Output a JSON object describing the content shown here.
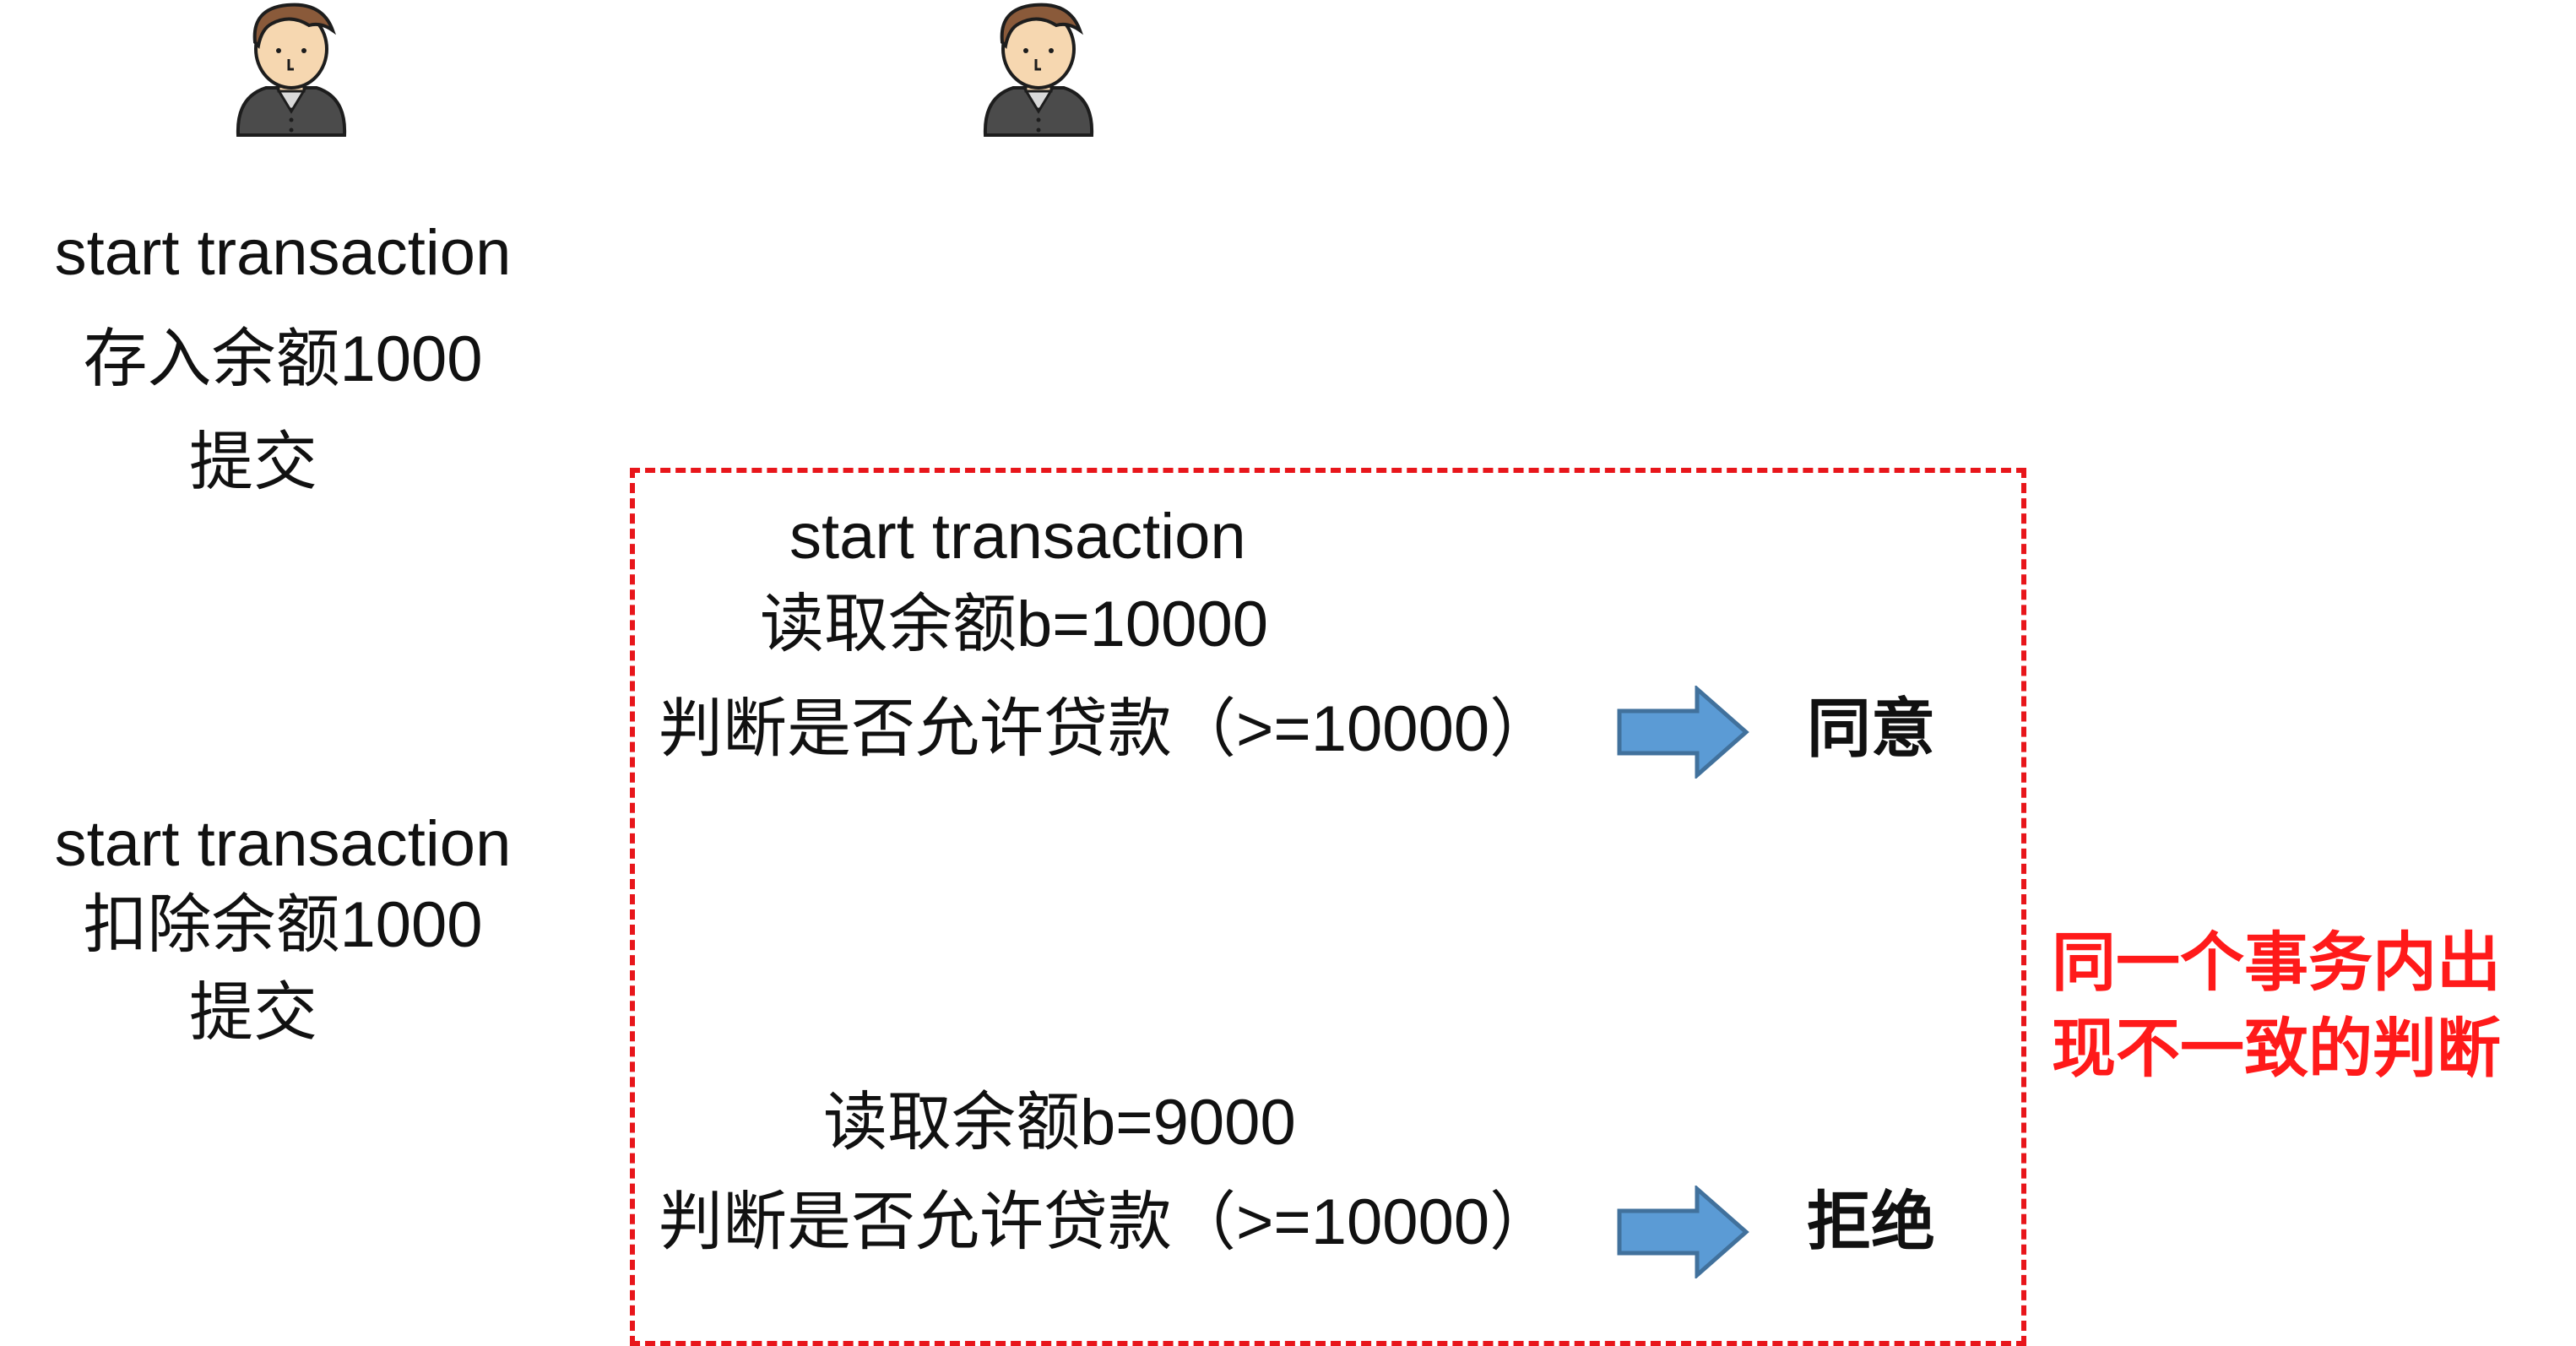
{
  "left_column": {
    "block1": {
      "line1": "start transaction",
      "line2": "存入余额1000",
      "line3": "提交"
    },
    "block2": {
      "line1": "start transaction",
      "line2": "扣除余额1000",
      "line3": "提交"
    }
  },
  "right_column": {
    "block1": {
      "line1": "start transaction",
      "line2": "读取余额b=10000",
      "line3": "判断是否允许贷款（>=10000）",
      "result": "同意"
    },
    "block2": {
      "line1": "读取余额b=9000",
      "line2": "判断是否允许贷款（>=10000）",
      "result": "拒绝"
    }
  },
  "annotation": {
    "text": "同一个事务内出现不一致的判断",
    "color": "#ff1a1a"
  },
  "colors": {
    "arrow_fill": "#5b9bd5",
    "arrow_stroke": "#41719c",
    "box_border": "#e8161b"
  },
  "icons": {
    "user": "person-avatar-icon"
  }
}
